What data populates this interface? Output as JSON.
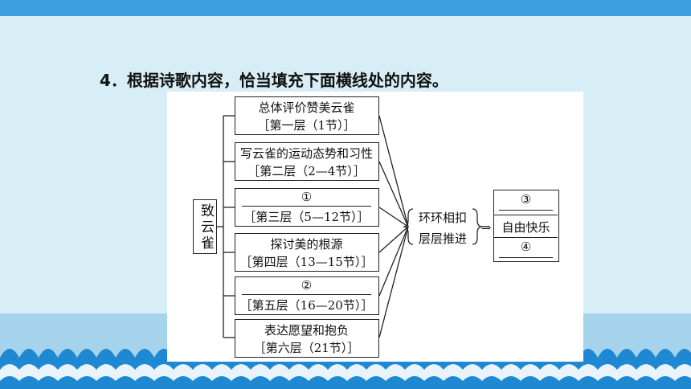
{
  "question": {
    "number": "4",
    "text": "根据诗歌内容，恰当填充下面横线处的内容。"
  },
  "diagram": {
    "root": "致云雀",
    "layers": [
      {
        "title": "总体评价赞美云雀",
        "range": "［第一层（1节）］"
      },
      {
        "title": "写云雀的运动态势和习性",
        "range": "［第二层（2—4节）］"
      },
      {
        "title": "①",
        "range": "［第三层（5—12节）］"
      },
      {
        "title": "探讨美的根源",
        "range": "［第四层（13—15节）］"
      },
      {
        "title": "②",
        "range": "［第五层（16—20节）］"
      },
      {
        "title": "表达愿望和抱负",
        "range": "［第六层（21节）］"
      }
    ],
    "middle": [
      "环环相扣",
      "层层推进"
    ],
    "arrow": "⇒",
    "result": [
      "③",
      "自由快乐",
      "④"
    ]
  }
}
